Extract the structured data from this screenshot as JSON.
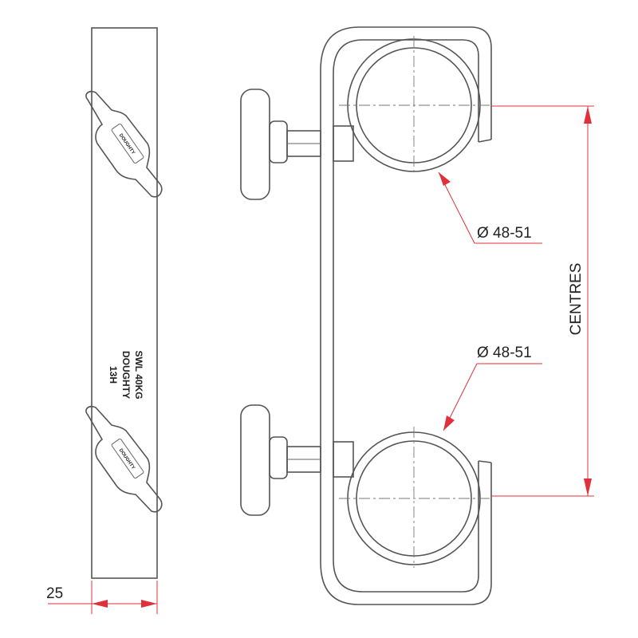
{
  "labels": {
    "width_dim": "25",
    "diameter_top": "Ø 48-51",
    "diameter_bottom": "Ø 48-51",
    "centres": "CENTRES",
    "plate_line1": "13H",
    "plate_line2": "DOUGHTY",
    "plate_line3": "SWL 40KG",
    "logo_top": "DOUGHTY",
    "logo_bottom": "DOUGHTY"
  },
  "colors": {
    "outline": "#555555",
    "dimension": "#e0313a",
    "text": "#222222"
  }
}
